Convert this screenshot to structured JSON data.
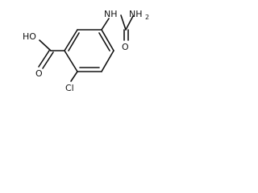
{
  "structure": {
    "labels": {
      "hydroxyl": "HO",
      "carboxyl_oxygen": "O",
      "chlorine": "Cl",
      "amine_nh": "NH",
      "amide_nh2": "NH",
      "amide_nh2_subscript": "2",
      "urea_oxygen": "O"
    }
  }
}
